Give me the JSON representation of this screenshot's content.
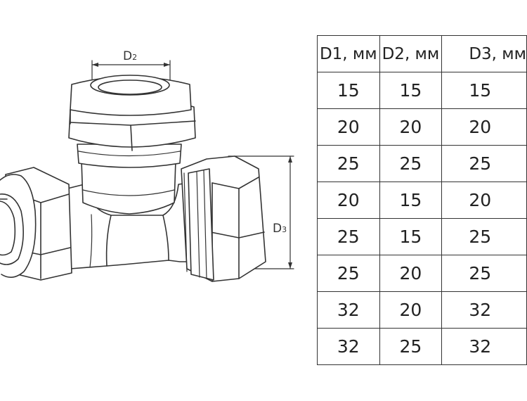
{
  "drawing": {
    "top_dimension": {
      "letter": "D",
      "index": "2"
    },
    "side_dimension": {
      "letter": "D",
      "index": "3"
    }
  },
  "table": {
    "headers": [
      "D1, мм",
      "D2, мм",
      "D3, мм"
    ],
    "rows": [
      [
        "15",
        "15",
        "15"
      ],
      [
        "20",
        "20",
        "20"
      ],
      [
        "25",
        "25",
        "25"
      ],
      [
        "20",
        "15",
        "20"
      ],
      [
        "25",
        "15",
        "25"
      ],
      [
        "25",
        "20",
        "25"
      ],
      [
        "32",
        "20",
        "32"
      ],
      [
        "32",
        "25",
        "32"
      ]
    ]
  }
}
